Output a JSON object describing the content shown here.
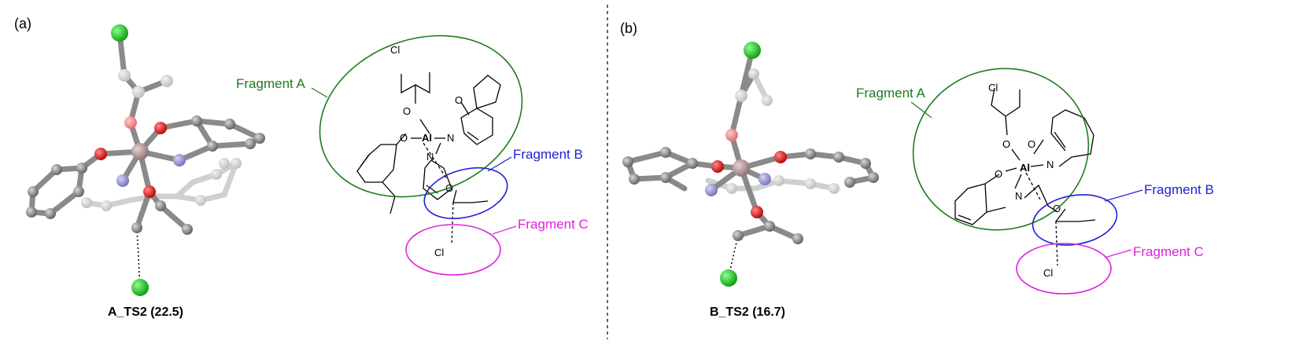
{
  "panels": [
    {
      "label": "(a)",
      "caption": "A_TS2 (22.5)",
      "fragments": [
        "Fragment A",
        "Fragment B",
        "Fragment C"
      ],
      "atoms": {
        "al": "Al",
        "n": "N",
        "o": "O",
        "cl": "Cl"
      }
    },
    {
      "label": "(b)",
      "caption": "B_TS2 (16.7)",
      "fragments": [
        "Fragment A",
        "Fragment B",
        "Fragment C"
      ],
      "atoms": {
        "al": "Al",
        "n": "N",
        "o": "O",
        "cl": "Cl"
      }
    }
  ],
  "colors": {
    "fragment_a": "#1f7a1f",
    "fragment_b": "#1f1fd6",
    "fragment_c": "#e020e0",
    "carbon": "#7a7a7a",
    "oxygen": "#d40000",
    "nitrogen": "#8a8ad0",
    "chlorine": "#19c019",
    "aluminum": "#a88a8a"
  }
}
